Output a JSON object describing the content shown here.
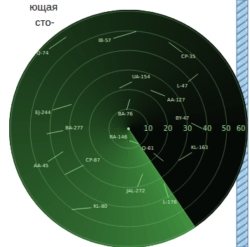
{
  "diagram": {
    "labels": [
      "ющая",
      "сто-",
      "IB-57",
      "Q-74",
      "CP-35",
      "UA-154",
      "L-47",
      "AA-127",
      "EJ-244",
      "BA-76",
      "BY-47",
      "BA-277",
      "RA-146",
      "10",
      "20",
      "30",
      "40",
      "50",
      "60",
      "Q-61",
      "KL-163",
      "CP-87",
      "AA-45",
      "JAL-272",
      "L-176",
      "KL-80"
    ]
  }
}
